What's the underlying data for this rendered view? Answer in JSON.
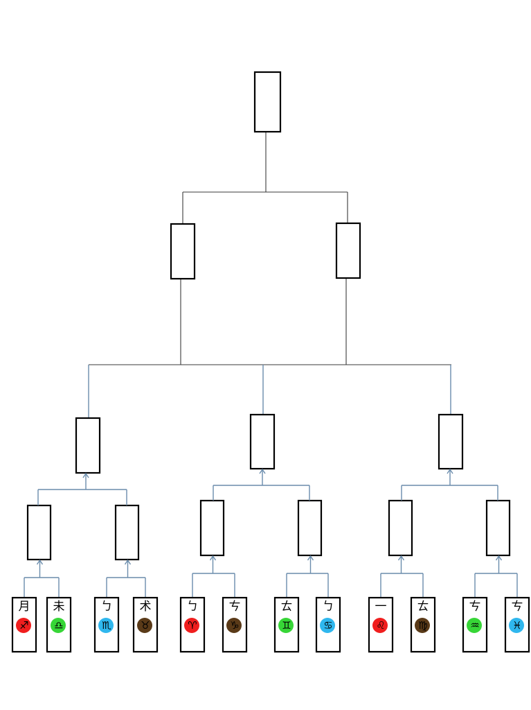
{
  "colors": {
    "red": "#f01e1e",
    "green": "#37d637",
    "blue": "#2fb7ee",
    "brown": "#5a3a18"
  },
  "leaves": [
    {
      "top": "月",
      "symbol": "♐",
      "color": "red"
    },
    {
      "top": "未",
      "symbol": "♎",
      "color": "green"
    },
    {
      "top": "ㄅ",
      "symbol": "♏",
      "color": "blue"
    },
    {
      "top": "术",
      "symbol": "♉",
      "color": "brown"
    },
    {
      "top": "ㄅ",
      "symbol": "♈",
      "color": "red"
    },
    {
      "top": "ㄘ",
      "symbol": "♑",
      "color": "brown"
    },
    {
      "top": "ㄊ",
      "symbol": "♊",
      "color": "green"
    },
    {
      "top": "ㄅ",
      "symbol": "♋",
      "color": "blue"
    },
    {
      "top": "一",
      "symbol": "♌",
      "color": "red"
    },
    {
      "top": "ㄊ",
      "symbol": "♍",
      "color": "brown"
    },
    {
      "top": "ㄘ",
      "symbol": "♒",
      "color": "green"
    },
    {
      "top": "ㄘ",
      "symbol": "♓",
      "color": "blue"
    }
  ]
}
